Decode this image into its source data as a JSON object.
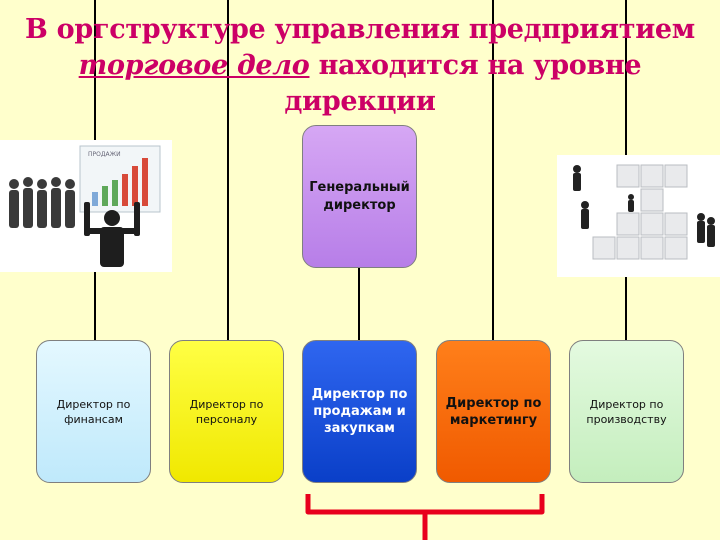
{
  "title": {
    "line1": "В оргструктуре управления предприятием",
    "emphasis": "торговое дело",
    "rest": " находится на уровне",
    "line3": "дирекции"
  },
  "ceo": {
    "label": "Генеральный директор"
  },
  "directors": [
    {
      "label": "Директор по финансам",
      "color": "#bfe9fb"
    },
    {
      "label": "Директор по персоналу",
      "color": "#f0e800"
    },
    {
      "label": "Директор по продажам и закупкам",
      "color": "#0a3fc8"
    },
    {
      "label": "Директор по маркетингу",
      "color": "#f05a00"
    },
    {
      "label": "Директор по производству",
      "color": "#c4eebd"
    }
  ],
  "colors": {
    "background": "#ffffcc",
    "title": "#cc0066",
    "bracket": "#e8001c",
    "connector": "#000000"
  },
  "photos": {
    "left_icon": "business-team-chart-icon",
    "right_icon": "puzzle-teamwork-icon",
    "chart_caption": "ПРОДАЖИ"
  }
}
